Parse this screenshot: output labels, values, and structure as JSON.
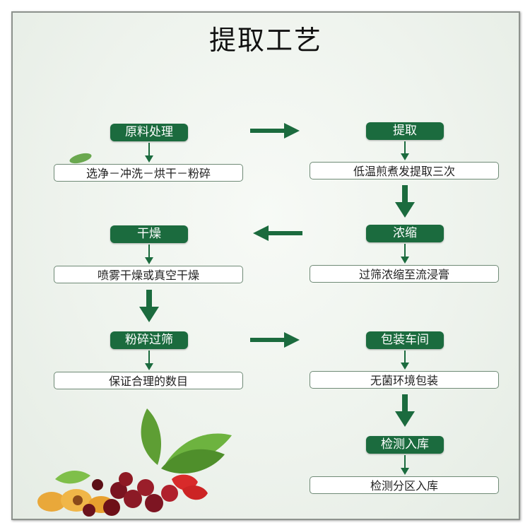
{
  "title": "提取工艺",
  "left_column": [
    {
      "header": "原料处理",
      "detail": "选净－冲洗－烘干－粉碎"
    },
    {
      "header": "干燥",
      "detail": "喷雾干燥或真空干燥"
    },
    {
      "header": "粉碎过筛",
      "detail": "保证合理的数目"
    }
  ],
  "right_column": [
    {
      "header": "提取",
      "detail": "低温煎煮发提取三次"
    },
    {
      "header": "浓缩",
      "detail": "过筛浓缩至流浸膏"
    },
    {
      "header": "包装车间",
      "detail": "无菌环境包装"
    },
    {
      "header": "检测入库",
      "detail": "检测分区入库"
    }
  ],
  "colors": {
    "header_bg": "#1b6b3e",
    "arrow": "#1b6b3e",
    "box_border": "#6f8a76"
  },
  "icons": [
    "arrow-right-icon",
    "arrow-left-icon",
    "arrow-down-icon",
    "fruit-leaf-decoration"
  ]
}
